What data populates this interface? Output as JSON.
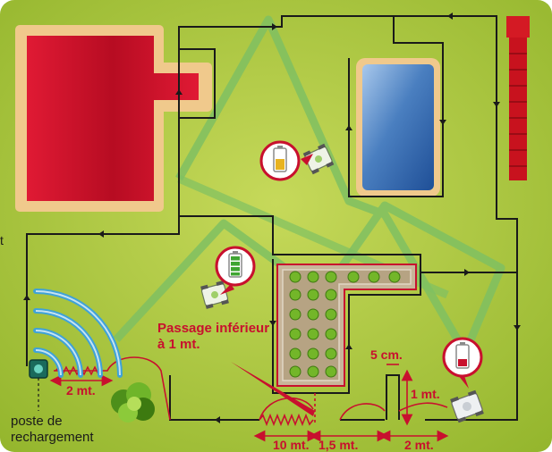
{
  "labels": {
    "passage_line1": "Passage inférieur",
    "passage_line2": "à 1 mt.",
    "five_cm": "5 cm.",
    "one_mt": "1 mt.",
    "two_mt_left": "2 mt.",
    "ten_mt": "10 mt.",
    "one_five_mt": "1,5 mt.",
    "two_mt_right": "2 mt.",
    "station_line1": "poste de",
    "station_line2": "rechargement",
    "edge_char": "t"
  },
  "colors": {
    "lawn": "#a9c737",
    "house": "#d1102a",
    "pool": "#3f72b3",
    "hedge": "#d41a24",
    "wire": "#1a1a1a",
    "annotation_red": "#c8102e",
    "path_green": "#7fc062",
    "station_blue": "#3fa2d8"
  },
  "icons": {
    "battery_full": "battery-full-icon",
    "battery_medium": "battery-medium-icon",
    "battery_low": "battery-low-icon",
    "mower": "robot-mower-icon",
    "signal": "wireless-signal-icon",
    "bush": "bush-icon",
    "station": "charging-station-icon"
  }
}
